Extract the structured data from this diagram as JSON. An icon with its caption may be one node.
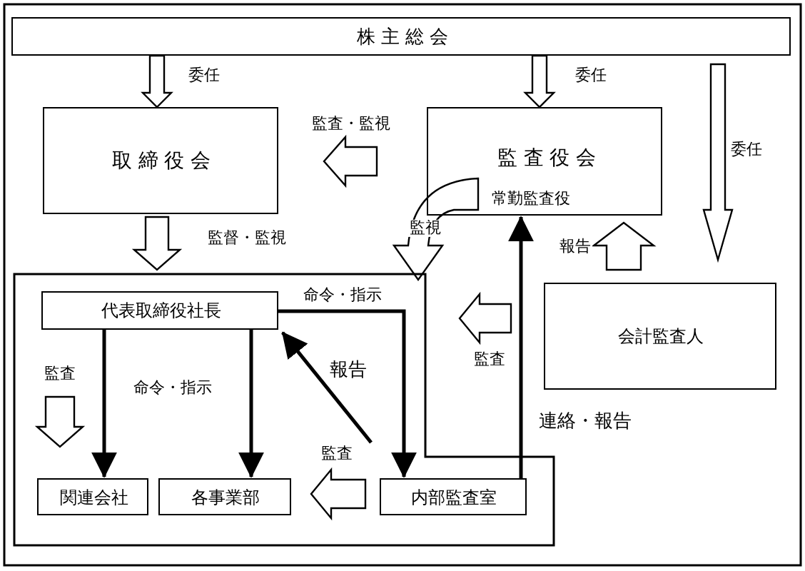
{
  "diagram": {
    "nodes": [
      {
        "text": [
          "株 主 総 会"
        ]
      },
      {
        "text": [
          "取 締 役 会"
        ]
      },
      {
        "text": [
          "監 査 役 会",
          "常勤監査役"
        ]
      },
      {
        "text": [],
        "shape": "box"
      },
      {
        "text": [
          "代表取締役社長"
        ],
        "in": 3
      },
      {
        "text": [
          "関連会社"
        ],
        "in": 3
      },
      {
        "text": [
          "各事業部"
        ],
        "in": 3
      },
      {
        "text": [
          "内部監査室"
        ],
        "in": 3
      },
      {
        "text": [
          "会計監査人"
        ]
      }
    ],
    "edges": [
      {
        "from": 0,
        "to": 1,
        "arrow": "to",
        "label": "委任"
      },
      {
        "from": 0,
        "to": 2,
        "arrow": "to",
        "label": "委任"
      },
      {
        "from": 0,
        "to": 8,
        "arrow": "to",
        "label": "委任"
      },
      {
        "from": 2,
        "to": 1,
        "arrow": "to",
        "label": "監査・監視"
      },
      {
        "from": 1,
        "to": 3,
        "arrow": "to",
        "label": "監督・監視"
      },
      {
        "from": 2,
        "to": 3,
        "arrow": "to",
        "label": "監視"
      },
      {
        "from": 8,
        "to": 2,
        "arrow": "to",
        "label": "報告"
      },
      {
        "from": 8,
        "to": 3,
        "arrow": "to",
        "label": "監査"
      },
      {
        "from": null,
        "to": 5,
        "arrow": "to",
        "label": "監査"
      },
      {
        "from": 4,
        "to": 5,
        "arrow": "to"
      },
      {
        "from": 4,
        "to": 6,
        "arrow": "to",
        "label": "命令・指示"
      },
      {
        "from": 4,
        "to": 7,
        "arrow": "to",
        "label": "命令・指示"
      },
      {
        "from": 7,
        "to": 4,
        "arrow": "to",
        "label": "報告"
      },
      {
        "from": 7,
        "to": 6,
        "arrow": "to",
        "label": "監査"
      },
      {
        "from": 7,
        "to": 2,
        "arrow": "to",
        "label": "連絡・報告"
      }
    ]
  }
}
